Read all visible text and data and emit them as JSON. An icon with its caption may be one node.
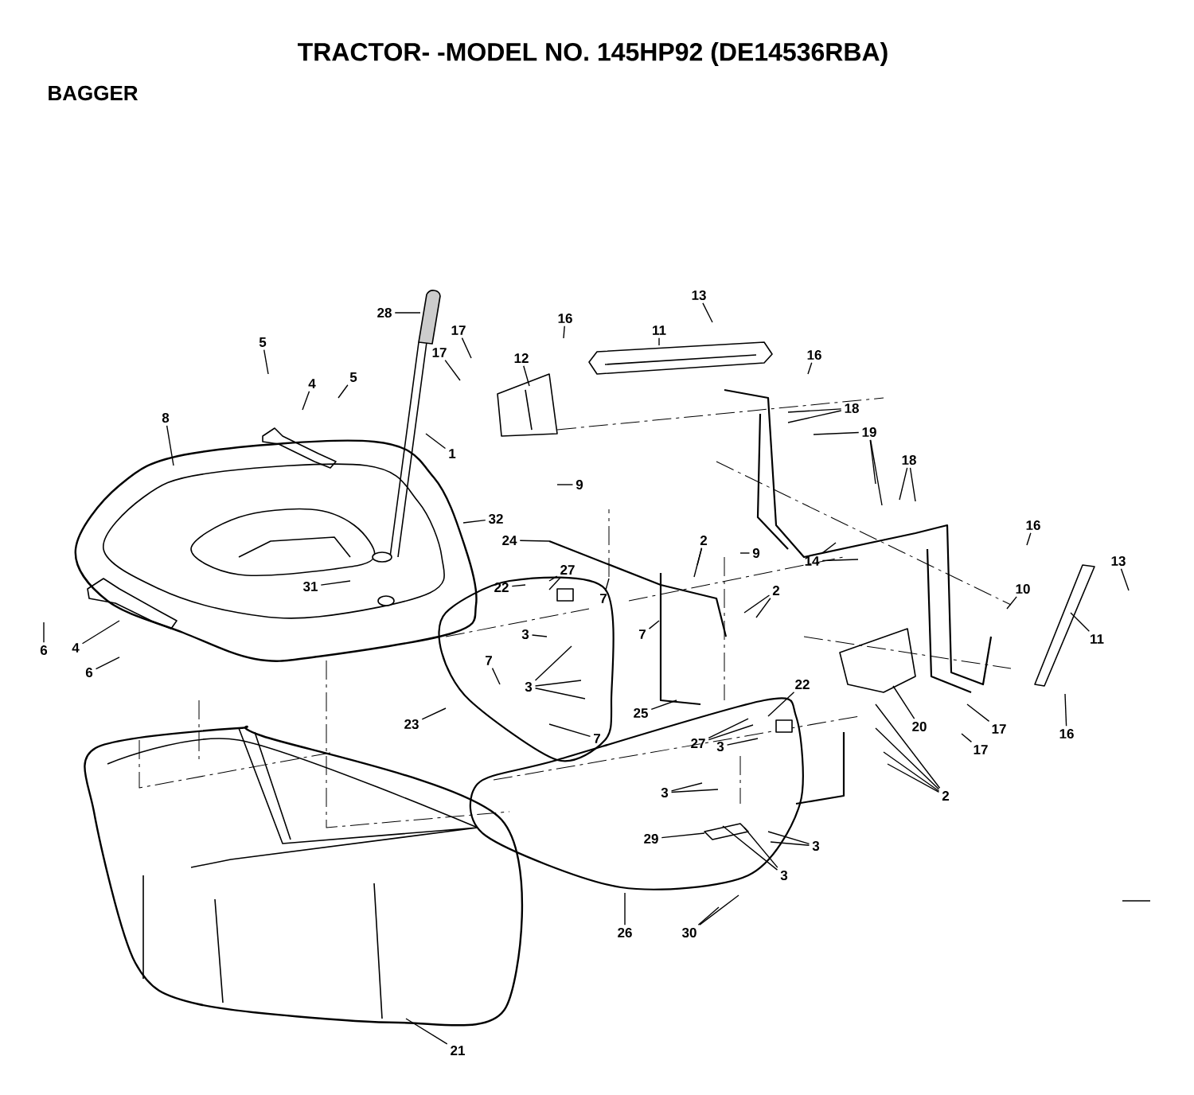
{
  "diagram": {
    "title": "TRACTOR- -MODEL NO. 145HP92 (DE14536RBA)",
    "labels": [
      "BAGGER"
    ],
    "nodes": [
      {
        "text": [
          "28"
        ]
      },
      {
        "text": [
          "17"
        ]
      },
      {
        "text": [
          "17"
        ]
      },
      {
        "text": [
          "16"
        ]
      },
      {
        "text": [
          "13"
        ]
      },
      {
        "text": [
          "11"
        ]
      },
      {
        "text": [
          "12"
        ]
      },
      {
        "text": [
          "16"
        ]
      },
      {
        "text": [
          "5"
        ]
      },
      {
        "text": [
          "4"
        ]
      },
      {
        "text": [
          "5"
        ]
      },
      {
        "text": [
          "8"
        ]
      },
      {
        "text": [
          "1"
        ]
      },
      {
        "text": [
          "18"
        ]
      },
      {
        "text": [
          "19"
        ]
      },
      {
        "text": [
          "18"
        ]
      },
      {
        "text": [
          "9"
        ]
      },
      {
        "text": [
          "32"
        ]
      },
      {
        "text": [
          "16"
        ]
      },
      {
        "text": [
          "24"
        ]
      },
      {
        "text": [
          "2"
        ]
      },
      {
        "text": [
          "9"
        ]
      },
      {
        "text": [
          "13"
        ]
      },
      {
        "text": [
          "14"
        ]
      },
      {
        "text": [
          "31"
        ]
      },
      {
        "text": [
          "22"
        ]
      },
      {
        "text": [
          "27"
        ]
      },
      {
        "text": [
          "2"
        ]
      },
      {
        "text": [
          "7"
        ]
      },
      {
        "text": [
          "10"
        ]
      },
      {
        "text": [
          "6"
        ]
      },
      {
        "text": [
          "4"
        ]
      },
      {
        "text": [
          "6"
        ]
      },
      {
        "text": [
          "7"
        ]
      },
      {
        "text": [
          "3"
        ]
      },
      {
        "text": [
          "11"
        ]
      },
      {
        "text": [
          "7"
        ]
      },
      {
        "text": [
          "3"
        ]
      },
      {
        "text": [
          "23"
        ]
      },
      {
        "text": [
          "25"
        ]
      },
      {
        "text": [
          "22"
        ]
      },
      {
        "text": [
          "20"
        ]
      },
      {
        "text": [
          "17"
        ]
      },
      {
        "text": [
          "17"
        ]
      },
      {
        "text": [
          "16"
        ]
      },
      {
        "text": [
          "7"
        ]
      },
      {
        "text": [
          "27"
        ]
      },
      {
        "text": [
          "3"
        ]
      },
      {
        "text": [
          "2"
        ]
      },
      {
        "text": [
          "3"
        ]
      },
      {
        "text": [
          "29"
        ]
      },
      {
        "text": [
          "3"
        ]
      },
      {
        "text": [
          "3"
        ]
      },
      {
        "text": [
          "26"
        ]
      },
      {
        "text": [
          "30"
        ]
      },
      {
        "text": [
          "21"
        ]
      }
    ],
    "edges": [
      {
        "from": 0,
        "to": null,
        "arrow": "none"
      },
      {
        "from": 1,
        "to": null,
        "arrow": "none"
      },
      {
        "from": 2,
        "to": null,
        "arrow": "none"
      },
      {
        "from": 3,
        "to": null,
        "arrow": "none"
      },
      {
        "from": 4,
        "to": null,
        "arrow": "none"
      },
      {
        "from": 5,
        "to": null,
        "arrow": "none"
      },
      {
        "from": 6,
        "to": null,
        "arrow": "none"
      },
      {
        "from": 7,
        "to": null,
        "arrow": "none"
      },
      {
        "from": 8,
        "to": null,
        "arrow": "none"
      },
      {
        "from": 9,
        "to": null,
        "arrow": "none"
      },
      {
        "from": 10,
        "to": null,
        "arrow": "none"
      },
      {
        "from": 11,
        "to": null,
        "arrow": "none"
      },
      {
        "from": 12,
        "to": null,
        "arrow": "none"
      },
      {
        "from": 13,
        "to": null,
        "arrow": "none"
      },
      {
        "from": 13,
        "to": null,
        "arrow": "none"
      },
      {
        "from": 14,
        "to": null,
        "arrow": "none"
      },
      {
        "from": 14,
        "to": null,
        "arrow": "none"
      },
      {
        "from": 14,
        "to": null,
        "arrow": "none"
      },
      {
        "from": 15,
        "to": null,
        "arrow": "none"
      },
      {
        "from": 15,
        "to": null,
        "arrow": "none"
      },
      {
        "from": 16,
        "to": null,
        "arrow": "none"
      },
      {
        "from": 17,
        "to": null,
        "arrow": "none"
      },
      {
        "from": 18,
        "to": null,
        "arrow": "none"
      },
      {
        "from": 19,
        "to": null,
        "arrow": "none"
      },
      {
        "from": 20,
        "to": null,
        "arrow": "none"
      },
      {
        "from": 20,
        "to": null,
        "arrow": "none"
      },
      {
        "from": 21,
        "to": null,
        "arrow": "none"
      },
      {
        "from": 22,
        "to": null,
        "arrow": "none"
      },
      {
        "from": 23,
        "to": null,
        "arrow": "none"
      },
      {
        "from": 23,
        "to": null,
        "arrow": "none"
      },
      {
        "from": 24,
        "to": null,
        "arrow": "none"
      },
      {
        "from": 25,
        "to": null,
        "arrow": "none"
      },
      {
        "from": 26,
        "to": null,
        "arrow": "none"
      },
      {
        "from": 26,
        "to": null,
        "arrow": "none"
      },
      {
        "from": 27,
        "to": null,
        "arrow": "none"
      },
      {
        "from": 27,
        "to": null,
        "arrow": "none"
      },
      {
        "from": 28,
        "to": null,
        "arrow": "none"
      },
      {
        "from": 29,
        "to": null,
        "arrow": "none"
      },
      {
        "from": 30,
        "to": null,
        "arrow": "none"
      },
      {
        "from": 31,
        "to": null,
        "arrow": "none"
      },
      {
        "from": 32,
        "to": null,
        "arrow": "none"
      },
      {
        "from": 33,
        "to": null,
        "arrow": "none"
      },
      {
        "from": 34,
        "to": null,
        "arrow": "none"
      },
      {
        "from": 35,
        "to": null,
        "arrow": "none"
      },
      {
        "from": 36,
        "to": null,
        "arrow": "none"
      },
      {
        "from": 37,
        "to": null,
        "arrow": "none"
      },
      {
        "from": 37,
        "to": null,
        "arrow": "none"
      },
      {
        "from": 37,
        "to": null,
        "arrow": "none"
      },
      {
        "from": 38,
        "to": null,
        "arrow": "none"
      },
      {
        "from": 39,
        "to": null,
        "arrow": "none"
      },
      {
        "from": 40,
        "to": null,
        "arrow": "none"
      },
      {
        "from": 41,
        "to": null,
        "arrow": "none"
      },
      {
        "from": 42,
        "to": null,
        "arrow": "none"
      },
      {
        "from": 43,
        "to": null,
        "arrow": "none"
      },
      {
        "from": 44,
        "to": null,
        "arrow": "none"
      },
      {
        "from": 45,
        "to": null,
        "arrow": "none"
      },
      {
        "from": 46,
        "to": null,
        "arrow": "none"
      },
      {
        "from": 46,
        "to": null,
        "arrow": "none"
      },
      {
        "from": 47,
        "to": null,
        "arrow": "none"
      },
      {
        "from": 48,
        "to": null,
        "arrow": "none"
      },
      {
        "from": 48,
        "to": null,
        "arrow": "none"
      },
      {
        "from": 48,
        "to": null,
        "arrow": "none"
      },
      {
        "from": 48,
        "to": null,
        "arrow": "none"
      },
      {
        "from": 49,
        "to": null,
        "arrow": "none"
      },
      {
        "from": 49,
        "to": null,
        "arrow": "none"
      },
      {
        "from": 50,
        "to": null,
        "arrow": "none"
      },
      {
        "from": 51,
        "to": null,
        "arrow": "none"
      },
      {
        "from": 51,
        "to": null,
        "arrow": "none"
      },
      {
        "from": 52,
        "to": null,
        "arrow": "none"
      },
      {
        "from": 52,
        "to": null,
        "arrow": "none"
      },
      {
        "from": 53,
        "to": null,
        "arrow": "none"
      },
      {
        "from": 54,
        "to": null,
        "arrow": "none"
      },
      {
        "from": 54,
        "to": null,
        "arrow": "none"
      },
      {
        "from": 55,
        "to": null,
        "arrow": "none"
      }
    ]
  }
}
